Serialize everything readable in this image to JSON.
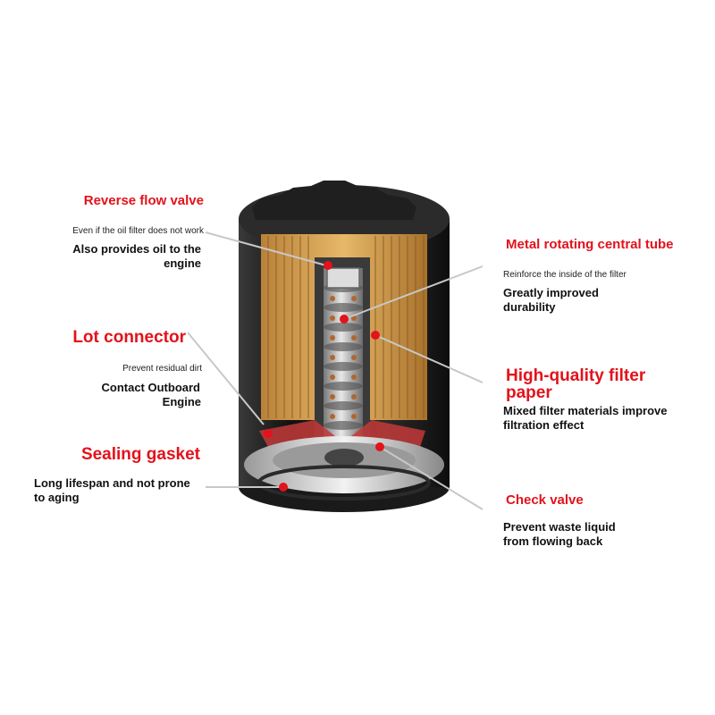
{
  "colors": {
    "accent_red": "#e3121b",
    "text_dark": "#111111",
    "leader_line": "#c8c8c8",
    "filter_paper": "#d9a24f",
    "housing": "#1a1a1a"
  },
  "callouts": {
    "reverse_flow_valve": {
      "title": "Reverse flow valve",
      "note": "Even if the oil filter does not work",
      "desc_line1": "Also provides oil to the",
      "desc_line2": "engine"
    },
    "lot_connector": {
      "title": "Lot connector",
      "note": "Prevent residual dirt",
      "desc_line1": "Contact Outboard",
      "desc_line2": "Engine"
    },
    "sealing_gasket": {
      "title": "Sealing gasket",
      "desc_line1": "Long lifespan and not prone",
      "desc_line2": "to aging"
    },
    "metal_central_tube": {
      "title": "Metal rotating central tube",
      "note": "Reinforce the inside of the filter",
      "desc_line1": "Greatly improved",
      "desc_line2": "durability"
    },
    "filter_paper": {
      "title_line1": "High-quality filter",
      "title_line2": "paper",
      "desc_line1": "Mixed filter materials improve",
      "desc_line2": "filtration effect"
    },
    "check_valve": {
      "title": "Check valve",
      "desc_line1": "Prevent waste liquid",
      "desc_line2": "from flowing back"
    }
  }
}
